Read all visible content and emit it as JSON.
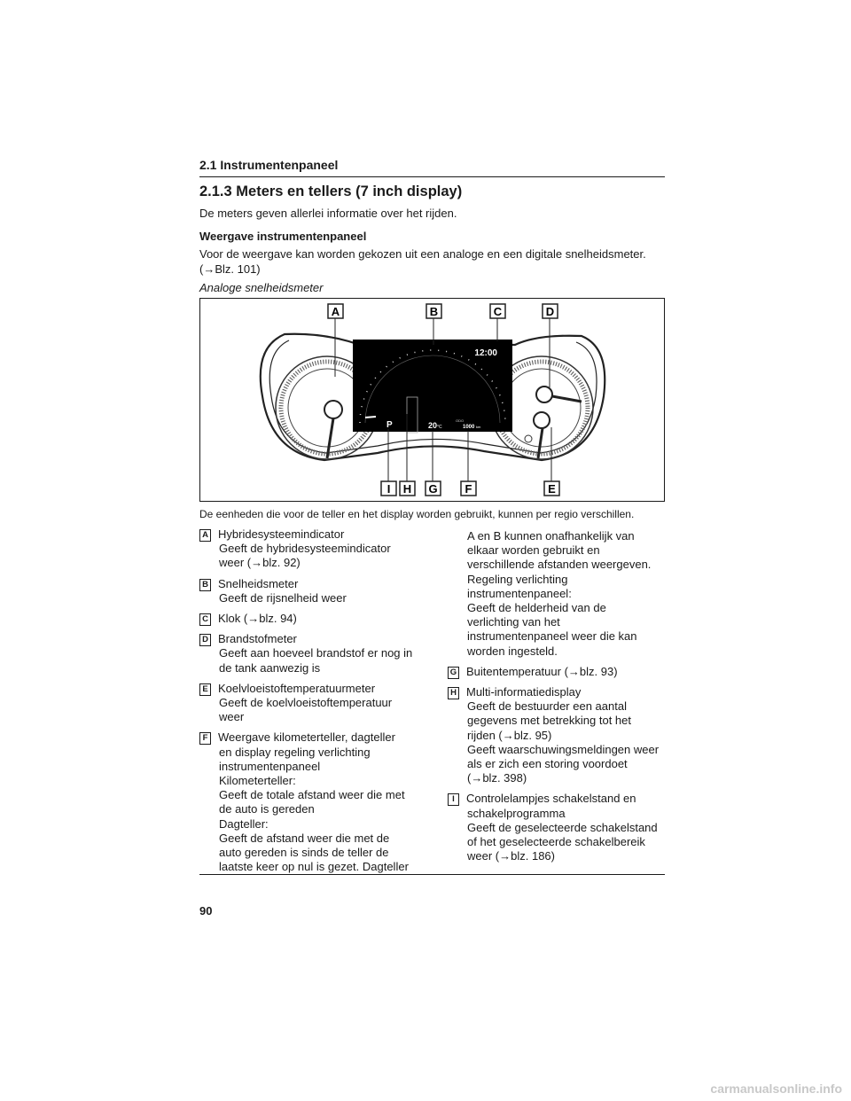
{
  "section_header": "2.1  Instrumentenpaneel",
  "page_title": "2.1.3  Meters en tellers (7 inch display)",
  "intro": "De meters geven allerlei informatie over het rijden.",
  "subheading": "Weergave instrumentenpaneel",
  "body_line1": "Voor de weergave kan worden gekozen uit een analoge en een digitale snelheidsmeter.",
  "body_line2": "(→Blz. 101)",
  "figure_label": "Analoge snelheidsmeter",
  "figure": {
    "callouts_top": [
      "A",
      "B",
      "C",
      "D"
    ],
    "callouts_bottom": [
      "I",
      "H",
      "G",
      "F",
      "E"
    ],
    "clock": "12:00",
    "gear": "P",
    "temperature": "20",
    "temp_unit": "°C",
    "odo_label": "ODO",
    "odo_value": "1000",
    "odo_unit": "km"
  },
  "caption": "De eenheden die voor de teller en het display worden gebruikt, kunnen per regio verschillen.",
  "items_left": [
    {
      "key": "A",
      "title": "Hybridesysteemindicator",
      "lines": [
        "Geeft de hybridesysteemindicator",
        "weer (→blz. 92)"
      ]
    },
    {
      "key": "B",
      "title": "Snelheidsmeter",
      "lines": [
        "Geeft de rijsnelheid weer"
      ]
    },
    {
      "key": "C",
      "title": "Klok (→blz. 94)",
      "lines": []
    },
    {
      "key": "D",
      "title": "Brandstofmeter",
      "lines": [
        "Geeft aan hoeveel brandstof er nog in",
        "de tank aanwezig is"
      ]
    },
    {
      "key": "E",
      "title": "Koelvloeistoftemperatuurmeter",
      "lines": [
        "Geeft de koelvloeistoftemperatuur",
        "weer"
      ]
    },
    {
      "key": "F",
      "title": "Weergave kilometerteller, dagteller",
      "lines": [
        "en display regeling verlichting",
        "instrumentenpaneel",
        "Kilometerteller:",
        "Geeft de totale afstand weer die met",
        "de auto is gereden",
        "Dagteller:",
        "Geeft de afstand weer die met de",
        "auto gereden is sinds de teller de",
        "laatste keer op nul is gezet. Dagteller"
      ]
    }
  ],
  "continuation_right": [
    "A en B kunnen onafhankelijk van",
    "elkaar worden gebruikt en",
    "verschillende afstanden weergeven.",
    "Regeling verlichting",
    "instrumentenpaneel:",
    "Geeft de helderheid van de",
    "verlichting van het",
    "instrumentenpaneel weer die kan",
    "worden ingesteld."
  ],
  "items_right": [
    {
      "key": "G",
      "title": "Buitentemperatuur (→blz. 93)",
      "lines": []
    },
    {
      "key": "H",
      "title": "Multi-informatiedisplay",
      "lines": [
        "Geeft de bestuurder een aantal",
        "gegevens met betrekking tot het",
        "rijden (→blz. 95)",
        "Geeft waarschuwingsmeldingen weer",
        "als er zich een storing voordoet",
        "(→blz. 398)"
      ]
    },
    {
      "key": "I",
      "title": "Controlelampjes schakelstand en",
      "lines": [
        "schakelprogramma",
        "Geeft de geselecteerde schakelstand",
        "of het geselecteerde schakelbereik",
        "weer (→blz. 186)"
      ]
    }
  ],
  "page_number": "90",
  "watermark": "carmanualsonline.info"
}
